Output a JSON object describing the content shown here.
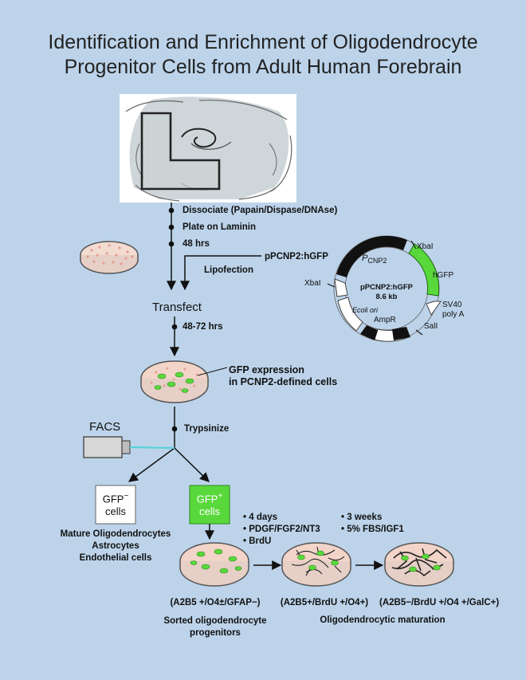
{
  "title": {
    "line1": "Identification and Enrichment of Oligodendrocyte",
    "line2": "Progenitor Cells from Adult Human Forebrain"
  },
  "steps": {
    "dissociate": "Dissociate (Papain/Dispase/DNAse)",
    "plate": "Plate on Laminin",
    "hrs48": "48 hrs",
    "lipofection": "Lipofection",
    "transfect": "Transfect",
    "hrs48_72": "48-72 hrs",
    "gfp_expression_1": "GFP expression",
    "gfp_expression_2": "in PCNP2-defined cells",
    "facs": "FACS",
    "trypsinize": "Trypsinize"
  },
  "plasmid": {
    "name_pointer": "pPCNP2:hGFP",
    "center_name": "pPCNP2:hGFP",
    "center_size": "8.6 kb",
    "promoter_p": "P",
    "promoter_sub": "CNP2",
    "xbal_top": "XbaI",
    "xbal_left": "XbaI",
    "hgfp": "hGFP",
    "sv40_1": "SV40",
    "sv40_2": "poly A",
    "sall": "SalI",
    "ampr": "AmpR",
    "ecoli": "Ecoli ori"
  },
  "sort": {
    "neg_1": "GFP",
    "neg_sup": "−",
    "neg_2": "cells",
    "pos_1": "GFP",
    "pos_sup": "+",
    "pos_2": "cells",
    "mature_1": "Mature Oligodendrocytes",
    "mature_2": "Astrocytes",
    "mature_3": "Endothelial cells"
  },
  "culture": {
    "cond_a1": "4 days",
    "cond_a2": "PDGF/FGF2/NT3",
    "cond_a3": "BrdU",
    "cond_b1": "3 weeks",
    "cond_b2": "5% FBS/IGF1",
    "marker_1": "(A2B5 +/O4±/GFAP−)",
    "marker_2": "(A2B5+/BrdU +/O4+)",
    "marker_3": "(A2B5−/BrdU +/O4 +/GalC+)",
    "caption_1a": "Sorted oligodendrocyte",
    "caption_1b": "progenitors",
    "caption_2": "Oligodendrocytic maturation"
  },
  "colors": {
    "background": "#bcd3ea",
    "gfp_green": "#59d83b",
    "dish_fill": "#f2d9cf",
    "dish_dots": "#e4a79a",
    "brain_shade": "#c5cfd4"
  }
}
